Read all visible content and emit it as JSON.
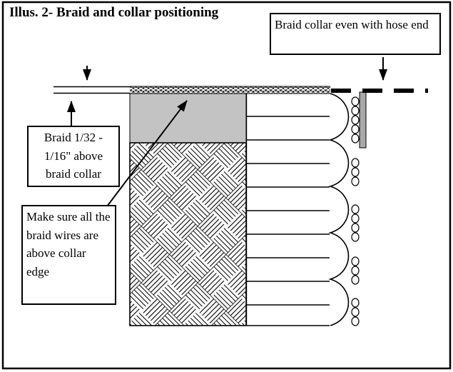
{
  "title": "Illus. 2- Braid and collar positioning",
  "labels": {
    "braid_collar_even": "Braid collar even with hose end",
    "braid_above": "Braid 1/32 - 1/16\" above braid collar",
    "make_sure": "Make sure all the braid wires are above collar edge"
  },
  "colors": {
    "collar_gray": "#c3c3c3",
    "edge_bar_gray": "#a9a9a9",
    "line": "#000000",
    "background": "#ffffff"
  }
}
